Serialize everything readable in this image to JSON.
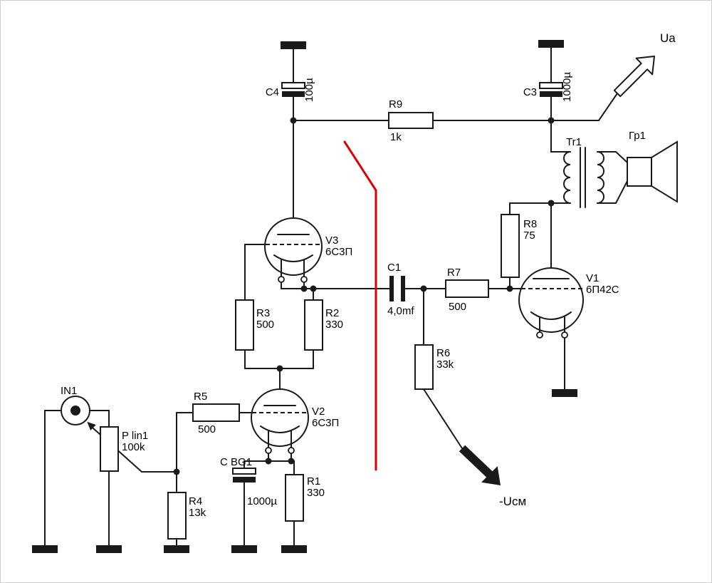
{
  "diagram": {
    "kind": "tube-amplifier-schematic",
    "colors": {
      "wire": "#1a1a1a",
      "marker_line": "#dd0000",
      "background": "#ffffff"
    }
  },
  "components": {
    "C4": {
      "ref": "C4",
      "value": "100µ"
    },
    "C3": {
      "ref": "C3",
      "value": "1000µ"
    },
    "C1": {
      "ref": "C1",
      "value": "4,0mf"
    },
    "C_BG1": {
      "ref": "C BG1",
      "value": "1000µ"
    },
    "R1": {
      "ref": "R1",
      "value": "330"
    },
    "R2": {
      "ref": "R2",
      "value": "330"
    },
    "R3": {
      "ref": "R3",
      "value": "500"
    },
    "R4": {
      "ref": "R4",
      "value": "13k"
    },
    "R5": {
      "ref": "R5",
      "value": "500"
    },
    "R6": {
      "ref": "R6",
      "value": "33k"
    },
    "R7": {
      "ref": "R7",
      "value": "500"
    },
    "R8": {
      "ref": "R8",
      "value": "75"
    },
    "R9": {
      "ref": "R9",
      "value": "1k"
    },
    "V1": {
      "ref": "V1",
      "type": "6П42С"
    },
    "V2": {
      "ref": "V2",
      "type": "6С3П"
    },
    "V3": {
      "ref": "V3",
      "type": "6С3П"
    },
    "Tr1": {
      "ref": "Tr1"
    },
    "Gr1": {
      "ref": "Гр1"
    },
    "IN1": {
      "ref": "IN1"
    },
    "P_lin1": {
      "ref": "P lin1",
      "value": "100k"
    }
  },
  "nets": {
    "ua_label": "Ua",
    "ucm_label": "-Uсм"
  }
}
